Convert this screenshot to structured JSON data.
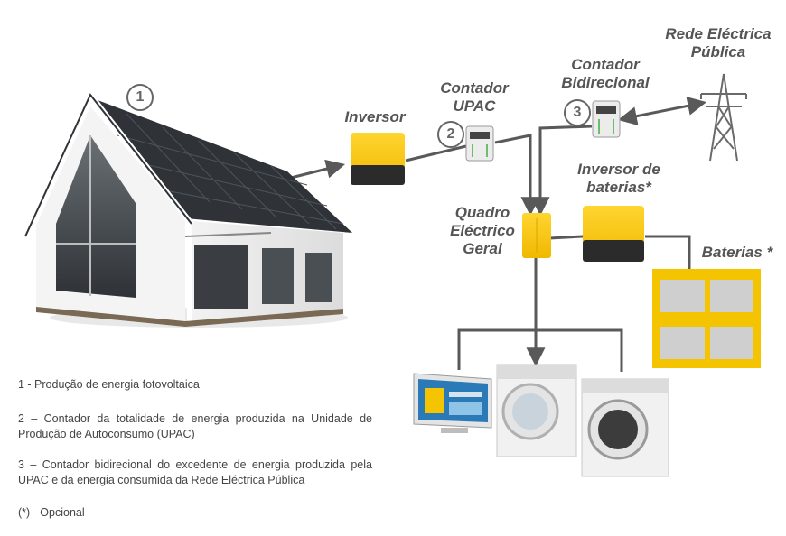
{
  "labels": {
    "inversor": "Inversor",
    "contador_upac": [
      "Contador",
      "UPAC"
    ],
    "contador_bidirecional": [
      "Contador",
      "Bidirecional"
    ],
    "rede": [
      "Rede Eléctrica",
      "Pública"
    ],
    "inversor_baterias": [
      "Inversor de",
      "baterias*"
    ],
    "quadro": [
      "Quadro",
      "Eléctrico",
      "Geral"
    ],
    "baterias": "Baterias *"
  },
  "markers": [
    "1",
    "2",
    "3"
  ],
  "legend": {
    "item1": "1 - Produção de energia fotovoltaica",
    "item2": "2 – Contador da totalidade de energia produzida na Unidade de Produção de Autoconsumo (UPAC)",
    "item3": "3 – Contador bidirecional do excedente de energia produzida pela UPAC e da energia consumida da Rede Eléctrica Pública",
    "note": "(*) - Opcional"
  },
  "colors": {
    "accent": "#f5c400",
    "line": "#595959",
    "text": "#555555"
  },
  "icons": [
    "house-icon",
    "inverter-icon",
    "meter-icon",
    "pylon-icon",
    "panel-icon",
    "battery-icon",
    "monitor-icon",
    "washing-machine-icon"
  ]
}
